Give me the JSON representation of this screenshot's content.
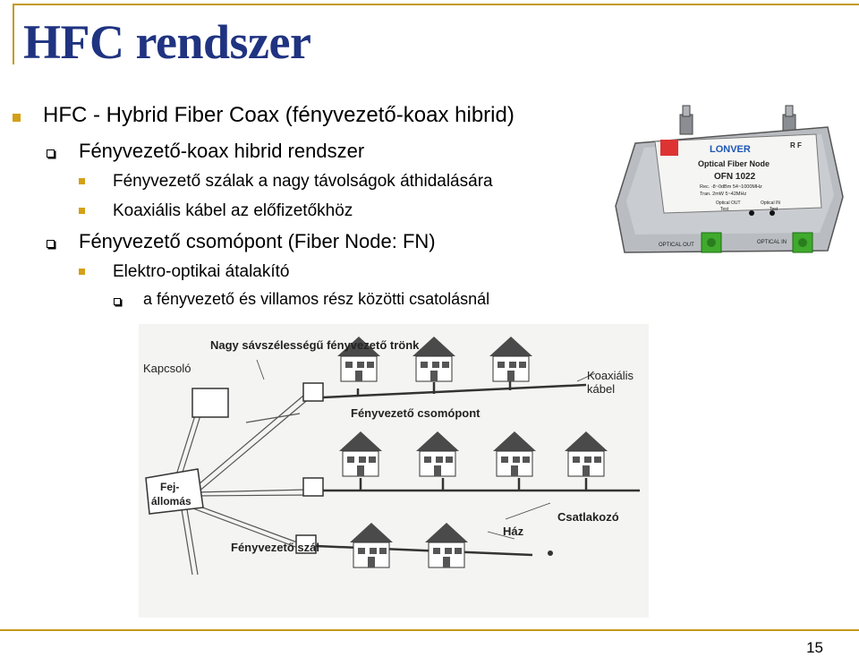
{
  "slide": {
    "title": "HFC rendszer",
    "page_number": "15"
  },
  "bullets": [
    {
      "level": 1,
      "text": "HFC - Hybrid Fiber Coax (fényvezető-koax hibrid)"
    },
    {
      "level": 2,
      "text": "Fényvezető-koax hibrid rendszer"
    },
    {
      "level": 3,
      "text": "Fényvezető szálak a nagy távolságok áthidalására"
    },
    {
      "level": 3,
      "text": "Koaxiális kábel az előfizetőkhöz"
    },
    {
      "level": 2,
      "text": "Fényvezető csomópont (Fiber Node: FN)"
    },
    {
      "level": 3,
      "text": "Elektro-optikai átalakító"
    },
    {
      "level": 4,
      "text": "a fényvezető és villamos rész közötti csatolásnál"
    }
  ],
  "device_photo": {
    "brand": "LONVER",
    "product": "Optical Fiber Node",
    "model": "OFN 1022",
    "spec1": "Rec. -8~0dBm 54~1000MHz",
    "spec2": "Tran. 2mW 5~42MHz",
    "port_opt_out": "Optical OUT",
    "port_opt_in": "Optical IN",
    "port_test": "Test",
    "rf": "R F",
    "label_left": "OPTICAL OUT",
    "label_right": "OPTICAL IN"
  },
  "diagram": {
    "trunk": "Nagy sávszélességű fényvezető trönk",
    "switch": "Kapcsoló",
    "coax": "Koaxiális kábel",
    "node": "Fényvezető csomópont",
    "headend": "Fej-állomás",
    "connector": "Csatlakozó",
    "house": "Ház",
    "fiber": "Fényvezető szál"
  }
}
